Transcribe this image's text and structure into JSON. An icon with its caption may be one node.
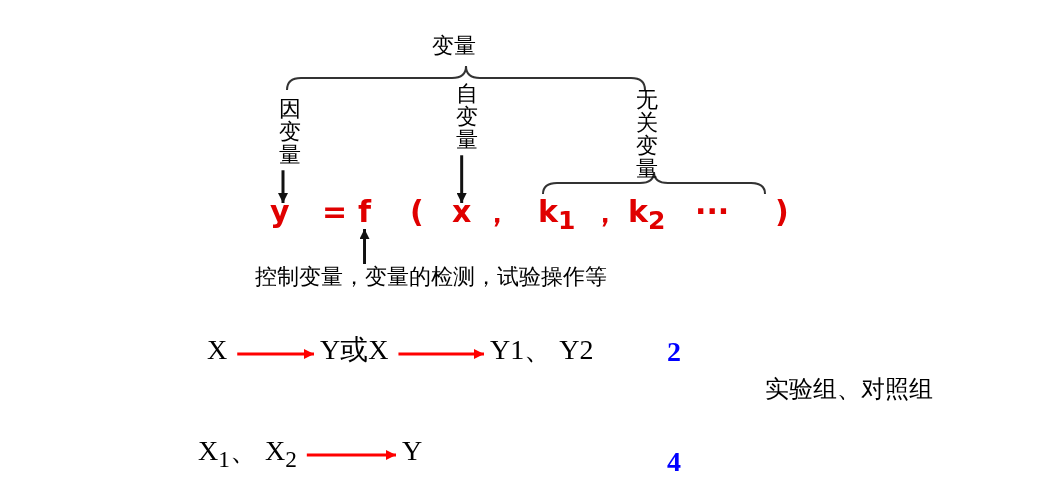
{
  "diagram": {
    "nodes": [
      {
        "text": [
          "变量"
        ]
      },
      {
        "text": [
          "因变量"
        ]
      },
      {
        "text": [
          "自变量"
        ]
      },
      {
        "text": [
          "无关变量"
        ]
      },
      {
        "text": [
          "y"
        ]
      },
      {
        "text": [
          "f"
        ]
      },
      {
        "text": [
          "x"
        ]
      },
      {
        "text": [
          "控制变量，变量的检测，试验操作等"
        ]
      },
      {
        "text": [
          "X"
        ]
      },
      {
        "text": [
          "Y或X"
        ]
      },
      {
        "text": [
          "Y1、 Y2"
        ]
      },
      {
        "text": [
          "X$_{1}$、 X$_{2}$"
        ]
      },
      {
        "text": [
          "Y"
        ]
      }
    ],
    "edges": [
      {
        "from": 1,
        "to": 4,
        "arrow": "to",
        "color": "#111111"
      },
      {
        "from": 2,
        "to": 6,
        "arrow": "to",
        "color": "#111111"
      },
      {
        "from": 7,
        "to": 5,
        "arrow": "to",
        "color": "#111111"
      },
      {
        "from": 8,
        "to": 9,
        "arrow": "to",
        "color": "#ff0000"
      },
      {
        "from": 9,
        "to": 10,
        "arrow": "to",
        "color": "#ff0000"
      },
      {
        "from": 11,
        "to": 12,
        "arrow": "to",
        "color": "#ff0000"
      }
    ],
    "labels": [
      "=",
      "(",
      "，",
      "k$_{1}$",
      "，",
      "k$_{2}$",
      "···",
      ")",
      "2",
      "实验组、对照组",
      "4"
    ]
  }
}
